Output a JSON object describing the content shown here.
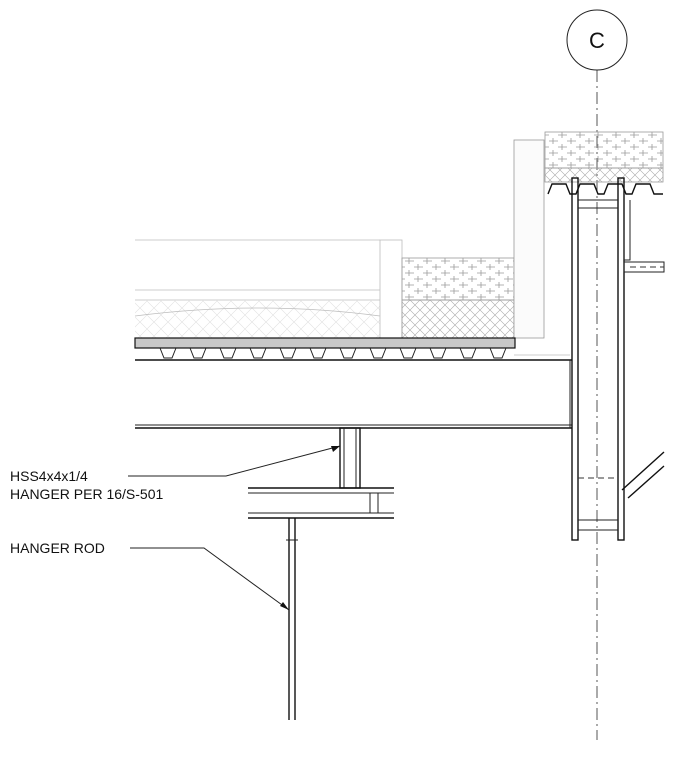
{
  "grid_bubble": {
    "label": "C"
  },
  "notes": {
    "hss_line1": "HSS4x4x1/4",
    "hss_line2": "HANGER PER 16/S-501",
    "rod": "HANGER ROD"
  },
  "colors": {
    "line": "#111111",
    "faint": "#bdbdbd",
    "deck_fill": "#c8c8c8"
  }
}
